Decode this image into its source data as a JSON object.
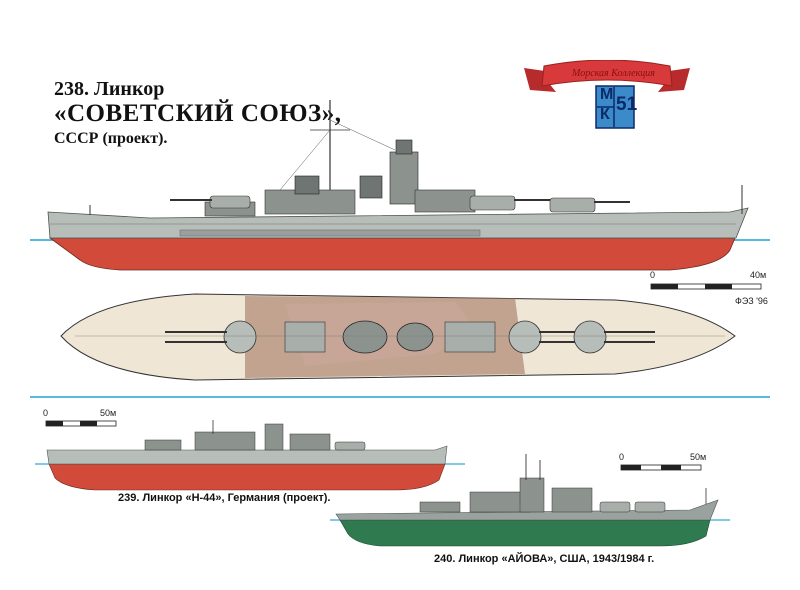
{
  "title": {
    "line1": "238. Линкор",
    "line2": "«СОВЕТСКИЙ СОЮЗ»,",
    "line3": "СССР (проект)."
  },
  "logo": {
    "ribbon_text": "Морская Коллекция",
    "letters_top": "М",
    "letters_bottom": "К",
    "number": "51",
    "colors": {
      "ribbon": "#d8393a",
      "badge": "#3b8ac9"
    }
  },
  "scales": {
    "main": {
      "zero": "0",
      "end": "40м"
    },
    "h44": {
      "zero": "0",
      "end": "50м"
    },
    "iowa": {
      "zero": "0",
      "end": "50м"
    }
  },
  "signature": "ФЭЗ '96",
  "captions": {
    "h44": "239. Линкор «Н-44», Германия (проект).",
    "iowa": "240. Линкор «АЙОВА», США, 1943/1984 г."
  },
  "colors": {
    "hull_red": "#d14a3a",
    "hull_gray": "#b7bdb8",
    "superstructure": "#8c938f",
    "deck": "#efe6d6",
    "camo_brown": "#9b6b57",
    "water": "#57b8e0",
    "iowa_green": "#2f7a4f",
    "iowa_gray": "#9aa2a0"
  }
}
